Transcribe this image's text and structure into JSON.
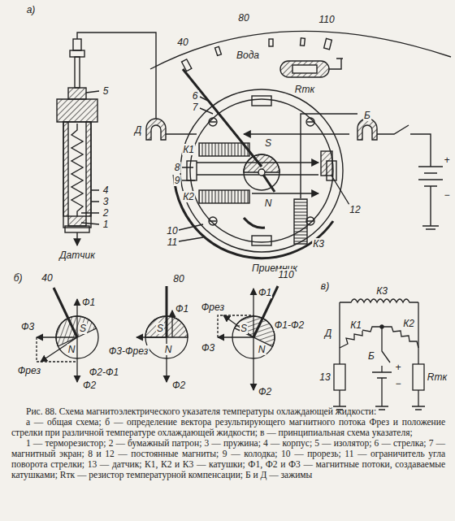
{
  "diagram": {
    "caption": "Рис. 88. Схема магнитоэлектрического указателя температуры охлаждающей жидкости:",
    "labels": [
      "а)",
      "40",
      "80",
      "110",
      "Вода",
      "Rтк",
      "Д",
      "Б",
      "+",
      "−",
      "5",
      "4",
      "3",
      "2",
      "1",
      "Датчик",
      "6",
      "7",
      "К1",
      "S",
      "8",
      "9",
      "К2",
      "N",
      "12",
      "10",
      "11",
      "К3",
      "Приемник",
      "б)",
      "40",
      "Ф1",
      "Ф3",
      "S",
      "N",
      "Фрез",
      "Ф2-Ф1",
      "Ф2",
      "80",
      "Ф1",
      "S",
      "Ф3-Фрез",
      "N",
      "Ф2",
      "110",
      "Ф1",
      "Фрез",
      "Ф1-Ф2",
      "Ф3",
      "S",
      "N",
      "Ф2",
      "в)",
      "К3",
      "К1",
      "К2",
      "Д",
      "Б",
      "13",
      "+",
      "−",
      "Rтк",
      "а — общая схема; б — определение вектора результирующего магнитного потока Фрез и положение стрелки при различной температуре охлаждающей жидкости; в — принципиальная схема указателя;",
      "1 — терморезистор; 2 — бумажный патрон; 3 — пружина; 4 — корпус; 5 — изолятор; 6 — стрелка; 7 — магнитный экран; 8 и 12 — постоянные магниты; 9 — колодка; 10 — прорезь; 11 — ограничитель угла поворота стрелки; 13 — датчик; К1, К2 и К3 — катушки; Ф1, Ф2 и Ф3 — магнитные потоки, создаваемые катушками; Rтк — резистор температурной компенсации; Б и Д — зажимы"
    ]
  }
}
